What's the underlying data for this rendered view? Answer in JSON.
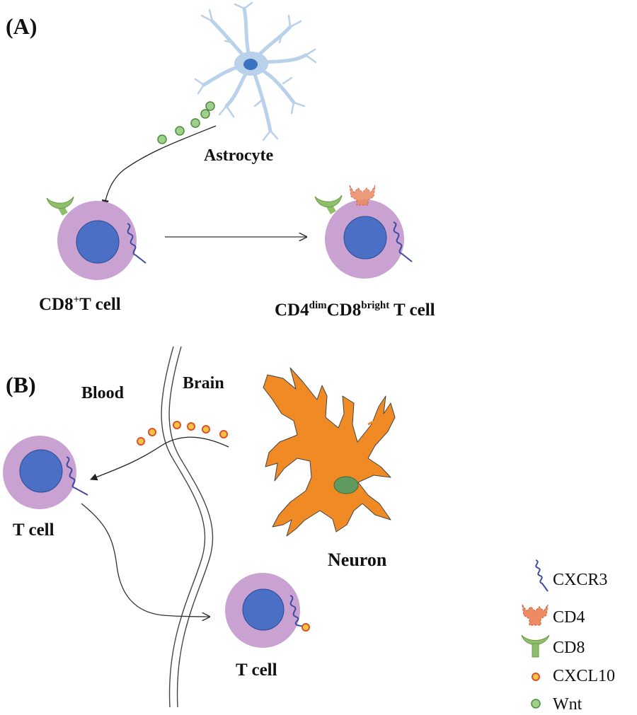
{
  "panel_a": {
    "label": "(A)",
    "astrocyte_label": "Astrocyte",
    "cell_left": {
      "base": "CD8",
      "sup": "+",
      "rest": "T cell"
    },
    "cell_right": {
      "p1": "CD4",
      "s1": "dim",
      "p2": "CD8",
      "s2": "bright",
      "p3": " T cell"
    }
  },
  "panel_b": {
    "label": "(B)",
    "blood_label": "Blood",
    "brain_label": "Brain",
    "tcell_blood_label": "T cell",
    "tcell_brain_label": "T cell",
    "neuron_label": "Neuron"
  },
  "legend": [
    {
      "icon": "cxcr3-icon",
      "label": "CXCR3"
    },
    {
      "icon": "cd4-icon",
      "label": "CD4"
    },
    {
      "icon": "cd8-icon",
      "label": "CD8"
    },
    {
      "icon": "cxcl10-icon",
      "label": "CXCL10"
    },
    {
      "icon": "wnt-icon",
      "label": "Wnt"
    }
  ],
  "colors": {
    "cell_membrane": "#c9a2d2",
    "cell_nucleus": "#4b6fc4",
    "cxcr3": "#3d4aa0",
    "cd8": "#8fbf6a",
    "cd4": "#ec8a62",
    "cxcl10_fill": "#f4c542",
    "cxcl10_stroke": "#e0502a",
    "wnt_fill": "#9fd08a",
    "wnt_stroke": "#4e8a3e",
    "neuron": "#f08a24",
    "neuron_nucleus": "#5f9a5f",
    "astrocyte": "#b9d1ea",
    "astrocyte_nucleus": "#3b73c2"
  }
}
